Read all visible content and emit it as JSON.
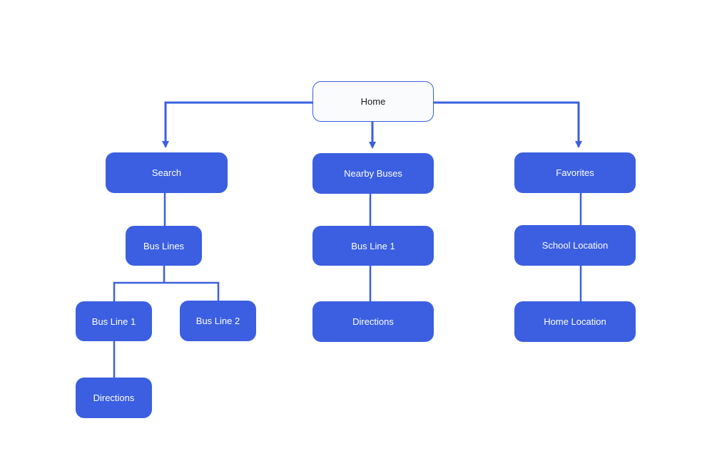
{
  "diagram": {
    "line_color": "#3b5fe0",
    "node_fill": "#3b5fe0",
    "root_fill": "#fafbfd",
    "root": {
      "label": "Home"
    },
    "columns": [
      {
        "label": "Search",
        "children": [
          {
            "label": "Bus Lines",
            "children": [
              {
                "label": "Bus Line 1",
                "children": [
                  {
                    "label": "Directions"
                  }
                ]
              },
              {
                "label": "Bus Line 2"
              }
            ]
          }
        ]
      },
      {
        "label": "Nearby Buses",
        "children": [
          {
            "label": "Bus Line 1",
            "children": [
              {
                "label": "Directions"
              }
            ]
          }
        ]
      },
      {
        "label": "Favorites",
        "children": [
          {
            "label": "School Location",
            "children": [
              {
                "label": "Home Location"
              }
            ]
          }
        ]
      }
    ]
  }
}
